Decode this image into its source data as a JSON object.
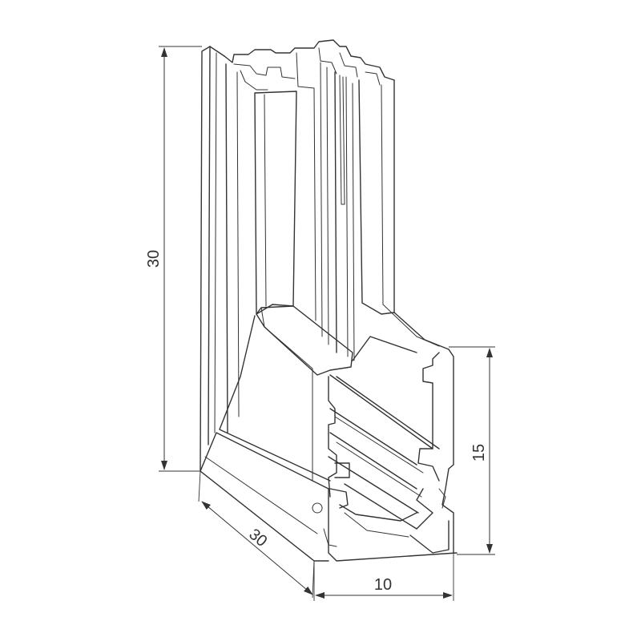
{
  "dimensions": {
    "height_left": "30",
    "depth_bottom_left": "30",
    "width_bottom": "10",
    "height_right": "15"
  },
  "colors": {
    "line": "#333333",
    "background": "#ffffff"
  }
}
